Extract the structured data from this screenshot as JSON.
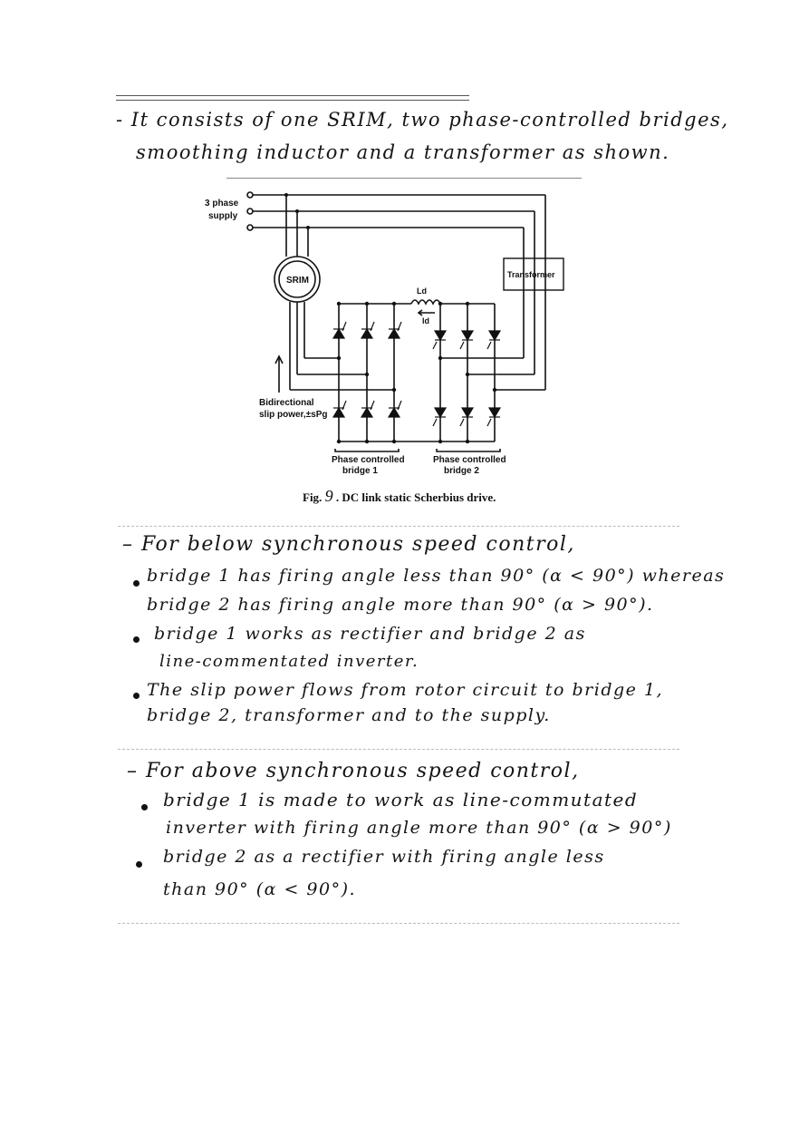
{
  "intro": {
    "line1": "- It consists of one SRIM, two phase-controlled bridges,",
    "line2": "smoothing inductor and a transformer as shown."
  },
  "diagram": {
    "supply_label_1": "3 phase",
    "supply_label_2": "supply",
    "srim_label": "SRIM",
    "transformer_label": "Transformer",
    "inductor_label": "Ld",
    "current_label": "Id",
    "slip_label_1": "Bidirectional",
    "slip_label_2": "slip power,±sPg",
    "bridge1_label_1": "Phase controlled",
    "bridge1_label_2": "bridge 1",
    "bridge2_label_1": "Phase controlled",
    "bridge2_label_2": "bridge 2",
    "caption_prefix": "Fig.",
    "caption_number": "9",
    "caption_text": ". DC link static Scherbius drive."
  },
  "below": {
    "heading": "– For below synchronous speed control,",
    "b1_line1": "bridge 1 has firing angle less than 90° (α < 90°) whereas",
    "b1_line2": "bridge 2 has firing angle more than 90° (α > 90°).",
    "b2_line1": "bridge 1 works as rectifier and bridge 2 as",
    "b2_line2": "line-commentated inverter.",
    "b3_line1": "The slip power flows from rotor circuit to bridge 1,",
    "b3_line2": "bridge 2, transformer and to the supply."
  },
  "above": {
    "heading": "– For above synchronous speed control,",
    "b1_line1": "bridge 1 is made to work as line-commutated",
    "b1_line2": "inverter with firing angle more than 90° (α > 90°)",
    "b2_line1": "bridge 2 as a rectifier with firing angle less",
    "b2_line2": "than 90° (α < 90°)."
  }
}
